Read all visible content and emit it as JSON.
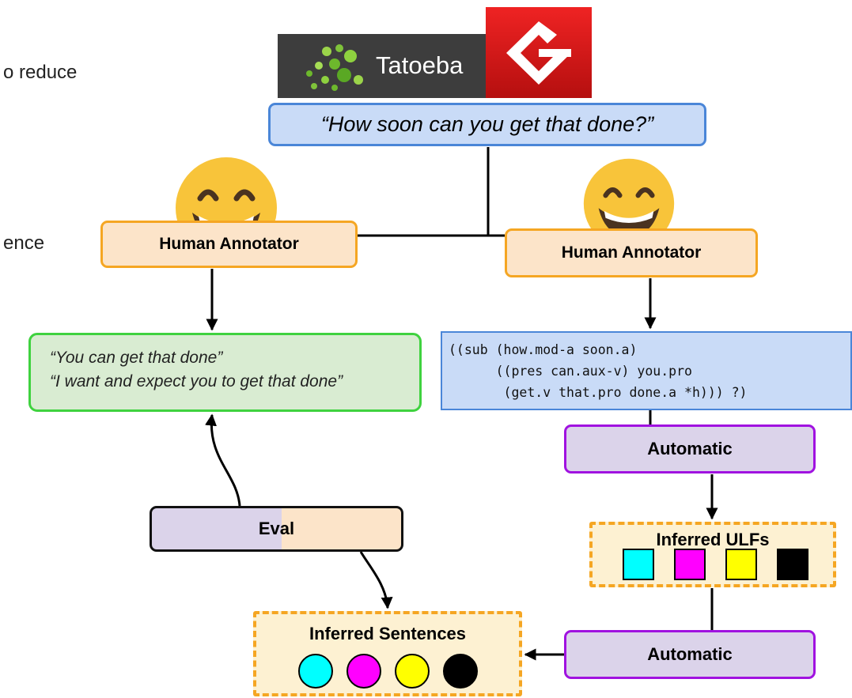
{
  "left_fragments": {
    "line1": "o reduce",
    "line2": "ence"
  },
  "logos": {
    "tatoeba_text": "Tatoeba"
  },
  "source_sentence": "“How soon can you get that done?”",
  "annotator_left": "Human Annotator",
  "annotator_right": "Human Annotator",
  "reference_sentences": [
    "“You can get that done”",
    "“I want and expect you to get that done”"
  ],
  "ulf_lines": [
    "((sub (how.mod-a soon.a)",
    "      ((pres can.aux-v) you.pro",
    "       (get.v that.pro done.a *h))) ?)"
  ],
  "automatic_top": "Automatic",
  "automatic_bottom": "Automatic",
  "eval_label": "Eval",
  "inferred_ulfs": {
    "label": "Inferred ULFs",
    "swatches": [
      "#00ffff",
      "#ff00ff",
      "#ffff00",
      "#000000"
    ]
  },
  "inferred_sentences": {
    "label": "Inferred Sentences",
    "swatches": [
      "#00ffff",
      "#ff00ff",
      "#ffff00",
      "#000000"
    ]
  },
  "icons": [
    "grinning-face-emoji-icon",
    "tatoeba-logo-icon",
    "g-logo-icon"
  ],
  "colors": {
    "source_fill": "#c9dbf7",
    "source_border": "#4a86d8",
    "annotator_fill": "#fce4c9",
    "annotator_border": "#f5a623",
    "reference_fill": "#d9ecd2",
    "reference_border": "#3fd23f",
    "automatic_fill": "#dbd3ea",
    "automatic_border": "#a012e0",
    "inferred_fill": "#fdf1d2",
    "inferred_border": "#f5a623"
  }
}
